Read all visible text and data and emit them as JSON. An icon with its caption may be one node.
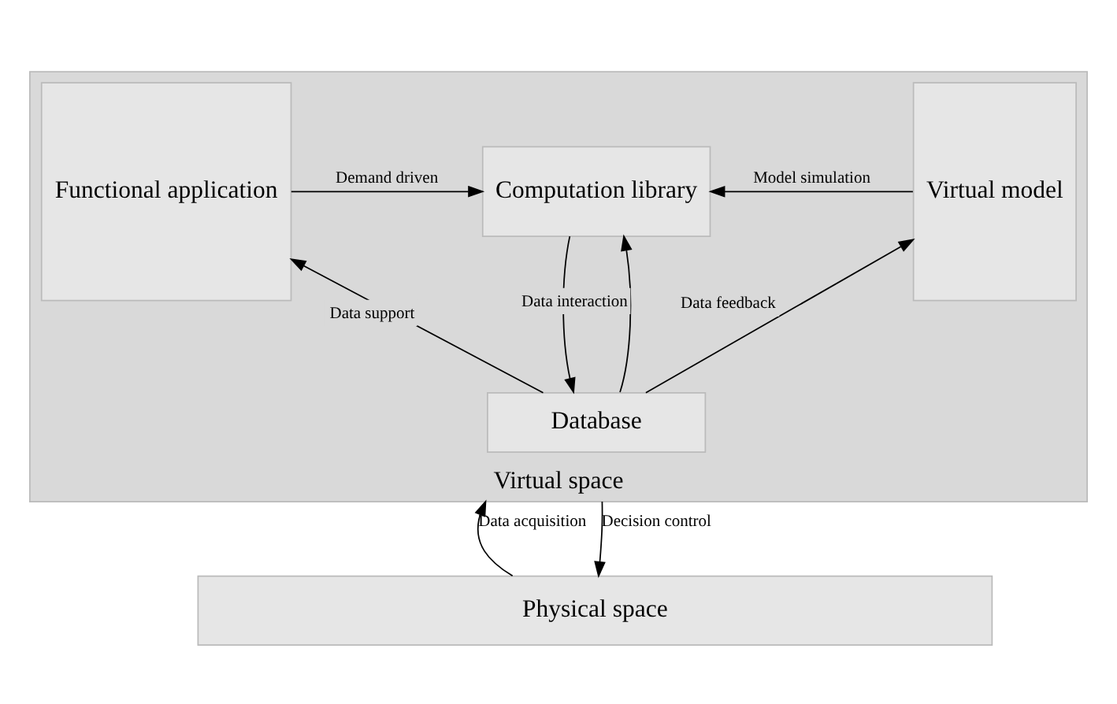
{
  "diagram": {
    "nodes": [
      {
        "text": [
          "Virtual space"
        ]
      },
      {
        "text": [
          "Functional application"
        ],
        "in": 0
      },
      {
        "text": [
          "Computation library"
        ],
        "in": 0
      },
      {
        "text": [
          "Virtual model"
        ],
        "in": 0
      },
      {
        "text": [
          "Database"
        ],
        "in": 0
      },
      {
        "text": [
          "Physical space"
        ]
      }
    ],
    "edges": [
      {
        "from": 1,
        "to": 2,
        "arrow": "to",
        "label": "Demand driven"
      },
      {
        "from": 3,
        "to": 2,
        "arrow": "to",
        "label": "Model simulation"
      },
      {
        "from": 2,
        "to": 4,
        "arrow": "to"
      },
      {
        "from": 4,
        "to": 2,
        "arrow": "to",
        "label": "Data interaction"
      },
      {
        "from": 4,
        "to": 1,
        "arrow": "to",
        "label": "Data support"
      },
      {
        "from": 4,
        "to": 3,
        "arrow": "to",
        "label": "Data feedback"
      },
      {
        "from": 5,
        "to": 0,
        "arrow": "to",
        "label": "Data acquisition"
      },
      {
        "from": 0,
        "to": 5,
        "arrow": "to",
        "label": "Decision control"
      }
    ]
  }
}
